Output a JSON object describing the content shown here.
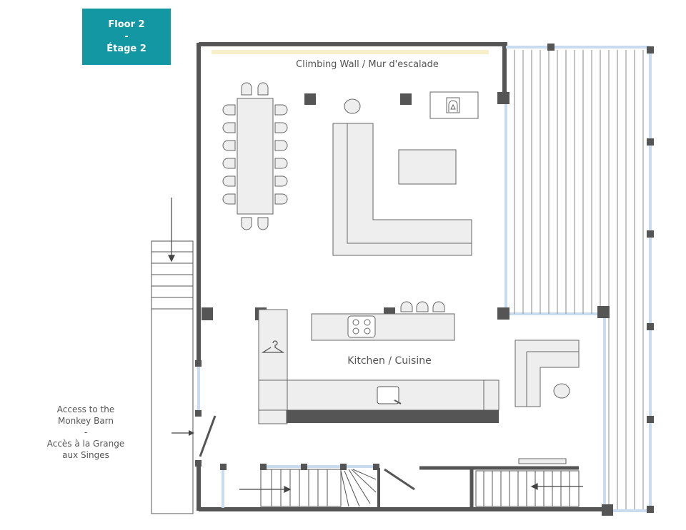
{
  "badge": {
    "line1": "Floor 2",
    "line2": "-",
    "line3": "Étage 2",
    "color": "#1297a3"
  },
  "labels": {
    "climbing_wall": "Climbing Wall / Mur d'escalade",
    "kitchen": "Kitchen / Cuisine",
    "access_line1": "Access to the",
    "access_line2": "Monkey Barn",
    "access_line3": "-",
    "access_line4": "Accès à la Grange",
    "access_line5": "aux Singes"
  },
  "icons": [
    "fireplace-icon",
    "stove-icon",
    "sink-icon",
    "coat-hanger-icon"
  ],
  "colors": {
    "wall": "#555555",
    "window": "#c9dcef",
    "furniture_fill": "#eeeeee",
    "furniture_stroke": "#666666",
    "climbing_strip": "#f6efc9"
  }
}
